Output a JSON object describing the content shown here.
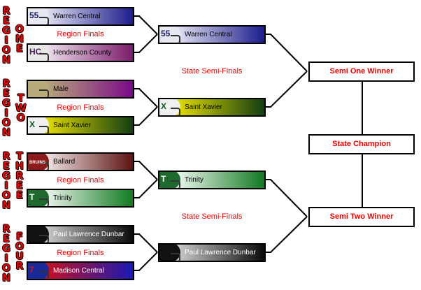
{
  "regions": [
    {
      "word1": "REGION",
      "word2": "ONE",
      "round_label": "Region Finals",
      "teams": [
        {
          "name": "Warren Central",
          "logo": "55",
          "logo_color": "#1a1a6e",
          "helmet_color": "#e8e8f0",
          "gradient_from": "#e6e6f5",
          "gradient_to": "#1c1c8c",
          "text_color": "#000000"
        },
        {
          "name": "Henderson County",
          "logo": "HC",
          "logo_color": "#4b1d5e",
          "helmet_color": "#e8e8e8",
          "gradient_from": "#f2e6f0",
          "gradient_to": "#7a1a6a",
          "text_color": "#000000"
        }
      ]
    },
    {
      "word1": "REGION",
      "word2": "TWO",
      "round_label": "Region Finals",
      "teams": [
        {
          "name": "Male",
          "logo": "",
          "logo_color": "#555533",
          "helmet_color": "#b8aa7a",
          "gradient_from": "#b8aa7a",
          "gradient_to": "#7a0a88",
          "text_color": "#000000"
        },
        {
          "name": "Saint Xavier",
          "logo": "X",
          "logo_color": "#0b5a1a",
          "helmet_color": "#f0f0f0",
          "gradient_from": "#e8e000",
          "gradient_to": "#123d12",
          "text_color": "#000000"
        }
      ]
    },
    {
      "word1": "REGION",
      "word2": "THREE",
      "round_label": "Region Finals",
      "teams": [
        {
          "name": "Ballard",
          "logo": "BRUINS",
          "logo_color": "#ffffff",
          "helmet_color": "#8b1a1a",
          "gradient_from": "#f5eaea",
          "gradient_to": "#5c1212",
          "text_color": "#000000"
        },
        {
          "name": "Trinity",
          "logo": "T",
          "logo_color": "#ffffff",
          "helmet_color": "#1e6a2e",
          "gradient_from": "#f0f8f0",
          "gradient_to": "#127a22",
          "text_color": "#000000"
        }
      ]
    },
    {
      "word1": "REGION",
      "word2": "FOUR",
      "round_label": "Region Finals",
      "teams": [
        {
          "name": "Paul Lawrence Dunbar",
          "logo": "",
          "logo_color": "#000000",
          "helmet_color": "#111111",
          "gradient_from": "#d0d0d0",
          "gradient_to": "#0a0a0a",
          "text_color": "#ffffff",
          "gradient_mid": "#888888"
        },
        {
          "name": "Madison Central",
          "logo": "7",
          "logo_color": "#e01010",
          "helmet_color": "#1a2a9a",
          "gradient_from": "#c81020",
          "gradient_to": "#1a1ab4",
          "text_color": "#ffffff"
        }
      ]
    }
  ],
  "semis": {
    "round_label_top": "State Semi-Finals",
    "round_label_bottom": "State Semi-Finals",
    "teams": [
      {
        "name": "Warren Central",
        "logo": "55",
        "logo_color": "#1a1a6e",
        "helmet_color": "#e8e8f0",
        "gradient_from": "#e6e6f5",
        "gradient_to": "#1c1c8c",
        "text_color": "#000000"
      },
      {
        "name": "Saint Xavier",
        "logo": "X",
        "logo_color": "#0b5a1a",
        "helmet_color": "#f0f0f0",
        "gradient_from": "#e8e000",
        "gradient_to": "#123d12",
        "text_color": "#000000"
      },
      {
        "name": "Trinity",
        "logo": "T",
        "logo_color": "#ffffff",
        "helmet_color": "#1e6a2e",
        "gradient_from": "#f0f8f0",
        "gradient_to": "#127a22",
        "text_color": "#000000"
      },
      {
        "name": "Paul Lawrence Dunbar",
        "logo": "",
        "logo_color": "#000000",
        "helmet_color": "#111111",
        "gradient_from": "#d0d0d0",
        "gradient_to": "#0a0a0a",
        "text_color": "#ffffff"
      }
    ]
  },
  "finals": {
    "semi_one": "Semi One Winner",
    "champion": "State Champion",
    "semi_two": "Semi Two Winner"
  },
  "colors": {
    "accent_red": "#ee0000",
    "line": "#000000"
  }
}
